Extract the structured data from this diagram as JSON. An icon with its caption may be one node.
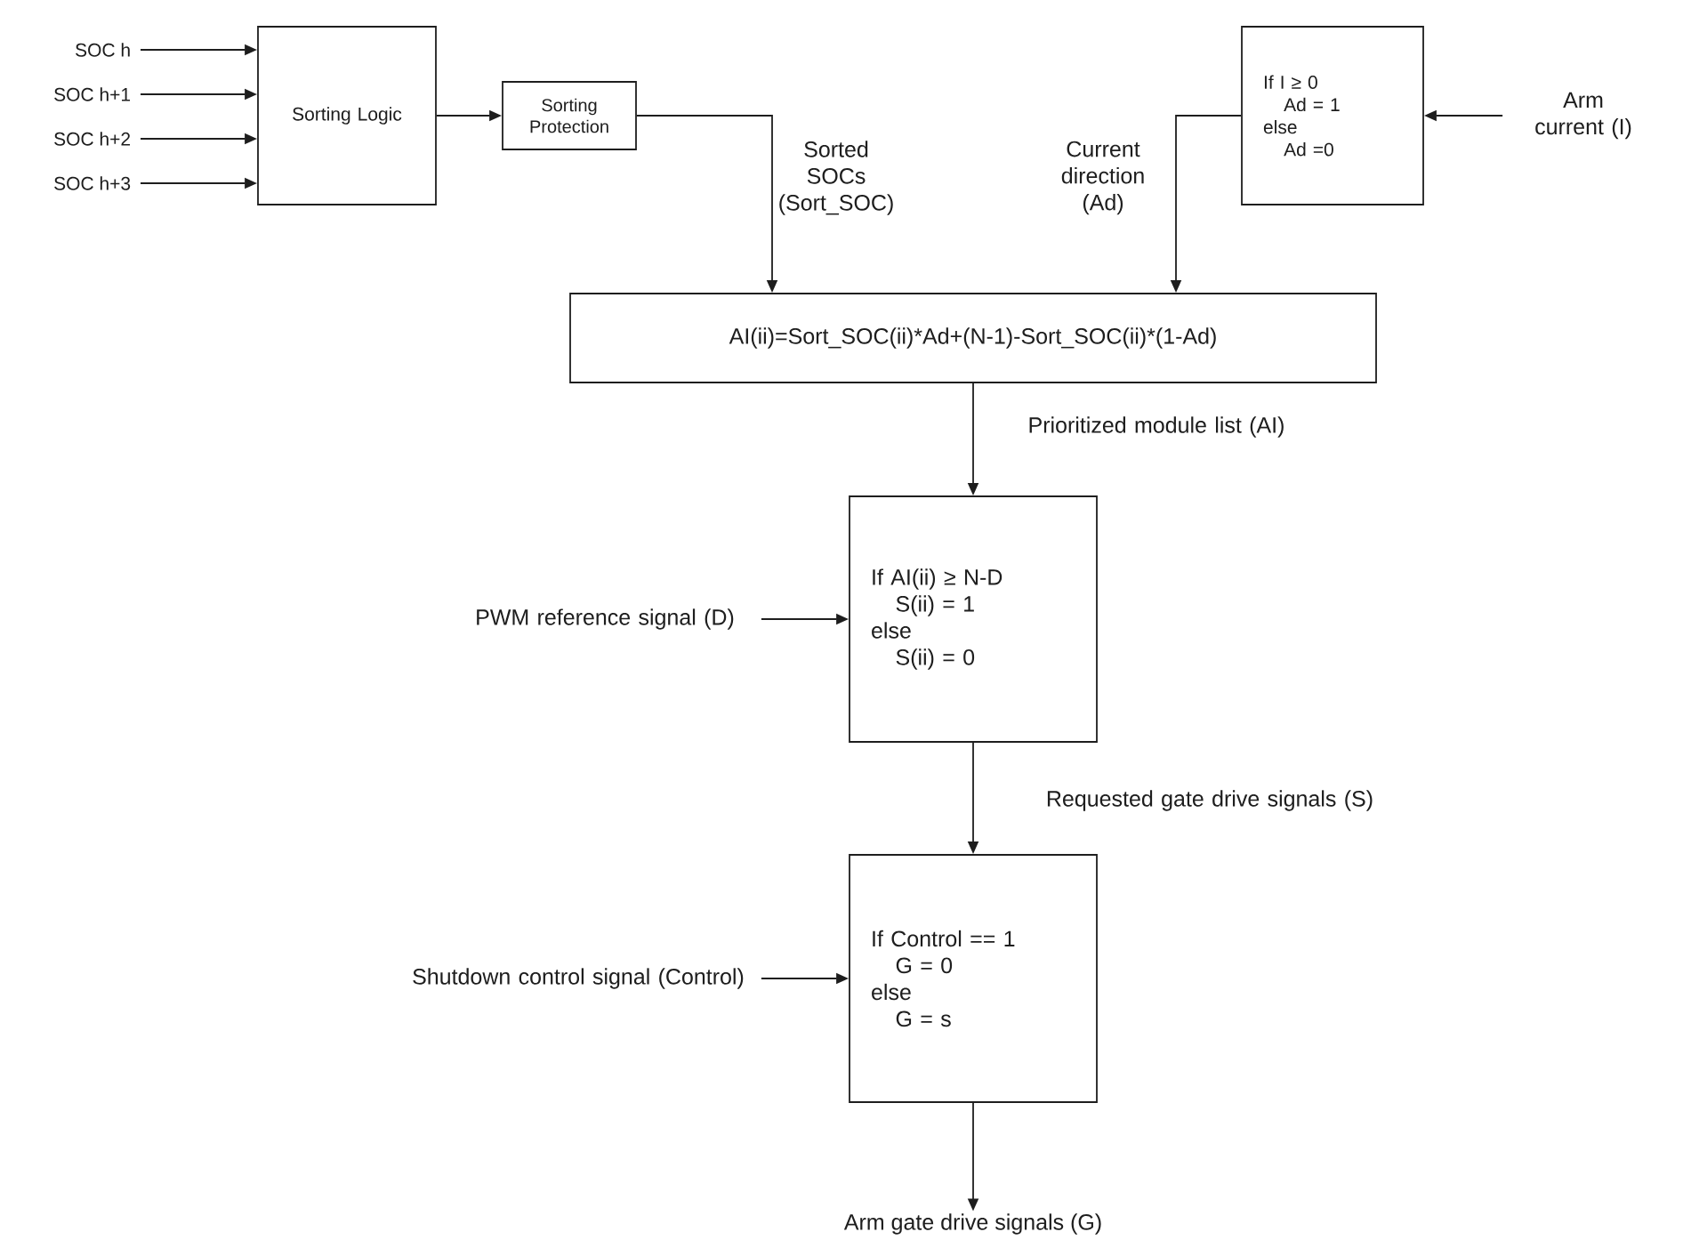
{
  "diagram": {
    "nodes": [
      {
        "text": [
          "SOC h"
        ]
      },
      {
        "text": [
          "SOC h+1"
        ]
      },
      {
        "text": [
          "SOC h+2"
        ]
      },
      {
        "text": [
          "SOC h+3"
        ]
      },
      {
        "text": [
          "Sorting Logic"
        ]
      },
      {
        "text": [
          "Sorting Protection"
        ]
      },
      {
        "text": [
          "AI(ii)=Sort_SOC(ii)*Ad+(N-1)-",
          "Sort_SOC(ii)*(1-Ad)"
        ]
      },
      {
        "text": [
          "If I ≥ 0",
          "Ad = 1",
          "else",
          "Ad =0"
        ]
      },
      {
        "text": [
          "Arm current (I)"
        ]
      },
      {
        "text": [
          "If AI(ii) ≥ N-D",
          "S(ii) = 1",
          "else",
          "S(ii) = 0"
        ]
      },
      {
        "text": [
          "PWM reference signal (D)"
        ]
      },
      {
        "text": [
          "If Control == 1",
          "G = 0",
          "else",
          "G = s"
        ]
      },
      {
        "text": [
          "Shutdown control signal (Control)"
        ]
      },
      {
        "text": [
          "Arm gate drive signals (G)"
        ]
      }
    ],
    "edges": [
      {
        "from": 0,
        "to": 4,
        "arrow": "to"
      },
      {
        "from": 1,
        "to": 4,
        "arrow": "to"
      },
      {
        "from": 2,
        "to": 4,
        "arrow": "to"
      },
      {
        "from": 3,
        "to": 4,
        "arrow": "to"
      },
      {
        "from": 4,
        "to": 5,
        "arrow": "to"
      },
      {
        "from": 5,
        "to": 6,
        "arrow": "to",
        "label": "Sorted SOCs (Sort_SOC)"
      },
      {
        "from": 7,
        "to": 6,
        "arrow": "to",
        "label": "Current direction (Ad)"
      },
      {
        "from": 8,
        "to": 7,
        "arrow": "to"
      },
      {
        "from": 6,
        "to": 9,
        "arrow": "to",
        "label": "Prioritized module list (AI)"
      },
      {
        "from": 10,
        "to": 9,
        "arrow": "to"
      },
      {
        "from": 9,
        "to": 11,
        "arrow": "to",
        "label": "Requested gate drive signals (S)"
      },
      {
        "from": 12,
        "to": 11,
        "arrow": "to"
      },
      {
        "from": 11,
        "to": 13,
        "arrow": "to"
      }
    ]
  }
}
